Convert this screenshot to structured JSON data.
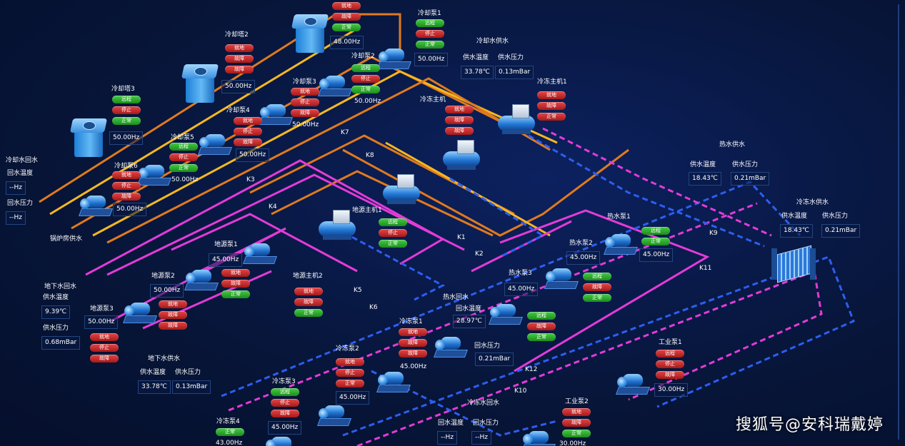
{
  "colors": {
    "orange": "#e07a1e",
    "yellow": "#f5b821",
    "magenta": "#e43bd7",
    "blue": "#2d5ef0",
    "green_btn": "#2bb52b",
    "red_btn": "#d22a2a",
    "background": "#071538"
  },
  "buttons": {
    "tower1": [
      "就地",
      "故障",
      "正常"
    ],
    "tower2": [
      "就地",
      "故障",
      "故障"
    ],
    "tower3": [
      "远程",
      "停止",
      "正常"
    ],
    "cpump1": [
      "远程",
      "停止",
      "正常"
    ],
    "cpump2": [
      "远程",
      "停止",
      "正常"
    ],
    "cpump3": [
      "就地",
      "停止",
      "故障"
    ],
    "cpump4": [
      "就地",
      "停止",
      "故障"
    ],
    "cpump5": [
      "远程",
      "停止",
      "正常"
    ],
    "cpump6": [
      "就地",
      "停止",
      "故障"
    ],
    "chiller1": [
      "就地",
      "故障",
      "正常"
    ],
    "chiller": [
      "就地",
      "故障",
      "故障"
    ],
    "gsmain1": [
      "远程",
      "停止",
      "正常"
    ],
    "gsmain2": [
      "就地",
      "故障",
      "正常"
    ],
    "gspump1": [
      "就地",
      "故障",
      "正常"
    ],
    "gspump2": [
      "就地",
      "故障",
      "故障"
    ],
    "gspump3": [
      "就地",
      "停止",
      "故障"
    ],
    "hpump1": [
      "远程",
      "正常"
    ],
    "hpump3": [
      "远程",
      "故障",
      "正常"
    ],
    "hpump2b": [
      "远程",
      "故障",
      "正常"
    ],
    "frpump1": [
      "就地",
      "故障",
      "故障"
    ],
    "frpump2": [
      "就地",
      "停止",
      "正常"
    ],
    "frpump3": [
      "远程",
      "停止",
      "故障"
    ],
    "frpump4": [
      "正常"
    ],
    "ipump1": [
      "远程",
      "停止",
      "故障"
    ],
    "ipump2": [
      "就地",
      "故障",
      "正常"
    ]
  },
  "labels": {
    "tower1_freq": "48.00Hz",
    "tower2": "冷却塔2",
    "tower2_freq": "50.00Hz",
    "tower3": "冷却塔3",
    "tower3_freq": "50.00Hz",
    "cpump1": "冷却泵1",
    "cpump1_freq": "50.00Hz",
    "cpump2": "冷却泵2",
    "cpump2_freq": "50.00Hz",
    "cpump3": "冷却泵3",
    "cpump3_freq": "50.00Hz",
    "cpump4": "冷却泵4",
    "cpump4_freq": "50.00Hz",
    "cpump5": "冷却泵5",
    "cpump5_freq": "50.00Hz",
    "cpump6": "冷却泵6",
    "cpump6_freq": "50.00Hz",
    "cw_supply": "冷却水供水",
    "cw_supply_temp_label": "供水温度",
    "cw_supply_temp": "33.78℃",
    "cw_supply_press_label": "供水压力",
    "cw_supply_press": "0.13mBar",
    "chiller1": "冷冻主机1",
    "chiller": "冷冻主机",
    "cw_return": "冷却水回水",
    "cw_return_temp_label": "回水温度",
    "cw_return_temp": "--Hz",
    "cw_return_press_label": "回水压力",
    "cw_return_press": "--Hz",
    "boiler_supply": "锅炉房供水",
    "gsmain1": "地源主机1",
    "gsmain2": "地源主机2",
    "gspump1": "地源泵1",
    "gspump1_freq": "45.00Hz",
    "gspump2": "地源泵2",
    "gspump2_freq": "50.00Hz",
    "gspump3": "地源泵3",
    "gspump3_freq": "50.00Hz",
    "gw_return": "地下水回水",
    "gw_return_temp_label": "供水温度",
    "gw_return_temp": "9.39℃",
    "gw_return_press_label": "供水压力",
    "gw_return_press": "0.68mBar",
    "gw_supply": "地下水供水",
    "gw_supply_temp_label": "供水温度",
    "gw_supply_temp": "33.78℃",
    "gw_supply_press_label": "供水压力",
    "gw_supply_press": "0.13mBar",
    "hot_supply": "热水供水",
    "hot_supply_temp_label": "供水温度",
    "hot_supply_temp": "18.43℃",
    "hot_supply_press_label": "供水压力",
    "hot_supply_press": "0.21mBar",
    "hpump1": "热水泵1",
    "hpump1_freq": "45.00Hz",
    "hpump2": "热水泵2",
    "hpump2_freq": "45.00Hz",
    "hpump3": "热水泵3",
    "hpump3_freq": "45.00Hz",
    "hot_return": "热水回水",
    "hot_return_temp_label": "回水温度",
    "hot_return_temp": "28.97℃",
    "hot_return_press_label": "回水压力",
    "hot_return_press": "0.21mBar",
    "fr_supply": "冷冻水供水",
    "fr_supply_temp_label": "供水温度",
    "fr_supply_temp": "18.43℃",
    "fr_supply_press_label": "供水压力",
    "fr_supply_press": "0.21mBar",
    "frpump1": "冷冻泵1",
    "frpump1_freq": "45.00Hz",
    "frpump2": "冷冻泵2",
    "frpump2_freq": "45.00Hz",
    "frpump3": "冷冻泵3",
    "frpump3_freq": "45.00Hz",
    "frpump4": "冷冻泵4",
    "frpump4_freq": "43.00Hz",
    "fr_return": "冷冻水回水",
    "fr_return_temp_label": "回水温度",
    "fr_return_temp": "--Hz",
    "fr_return_press_label": "回水压力",
    "fr_return_press": "--Hz",
    "ipump1": "工业泵1",
    "ipump1_freq": "30.00Hz",
    "ipump2": "工业泵2",
    "ipump2_freq": "30.00Hz",
    "k1": "K1",
    "k2": "K2",
    "k3": "K3",
    "k4": "K4",
    "k5": "K5",
    "k6": "K6",
    "k7": "K7",
    "k8": "K8",
    "k9": "K9",
    "k10": "K10",
    "k11": "K11",
    "k12": "K12",
    "watermark": "搜狐号@安科瑞戴婷"
  }
}
